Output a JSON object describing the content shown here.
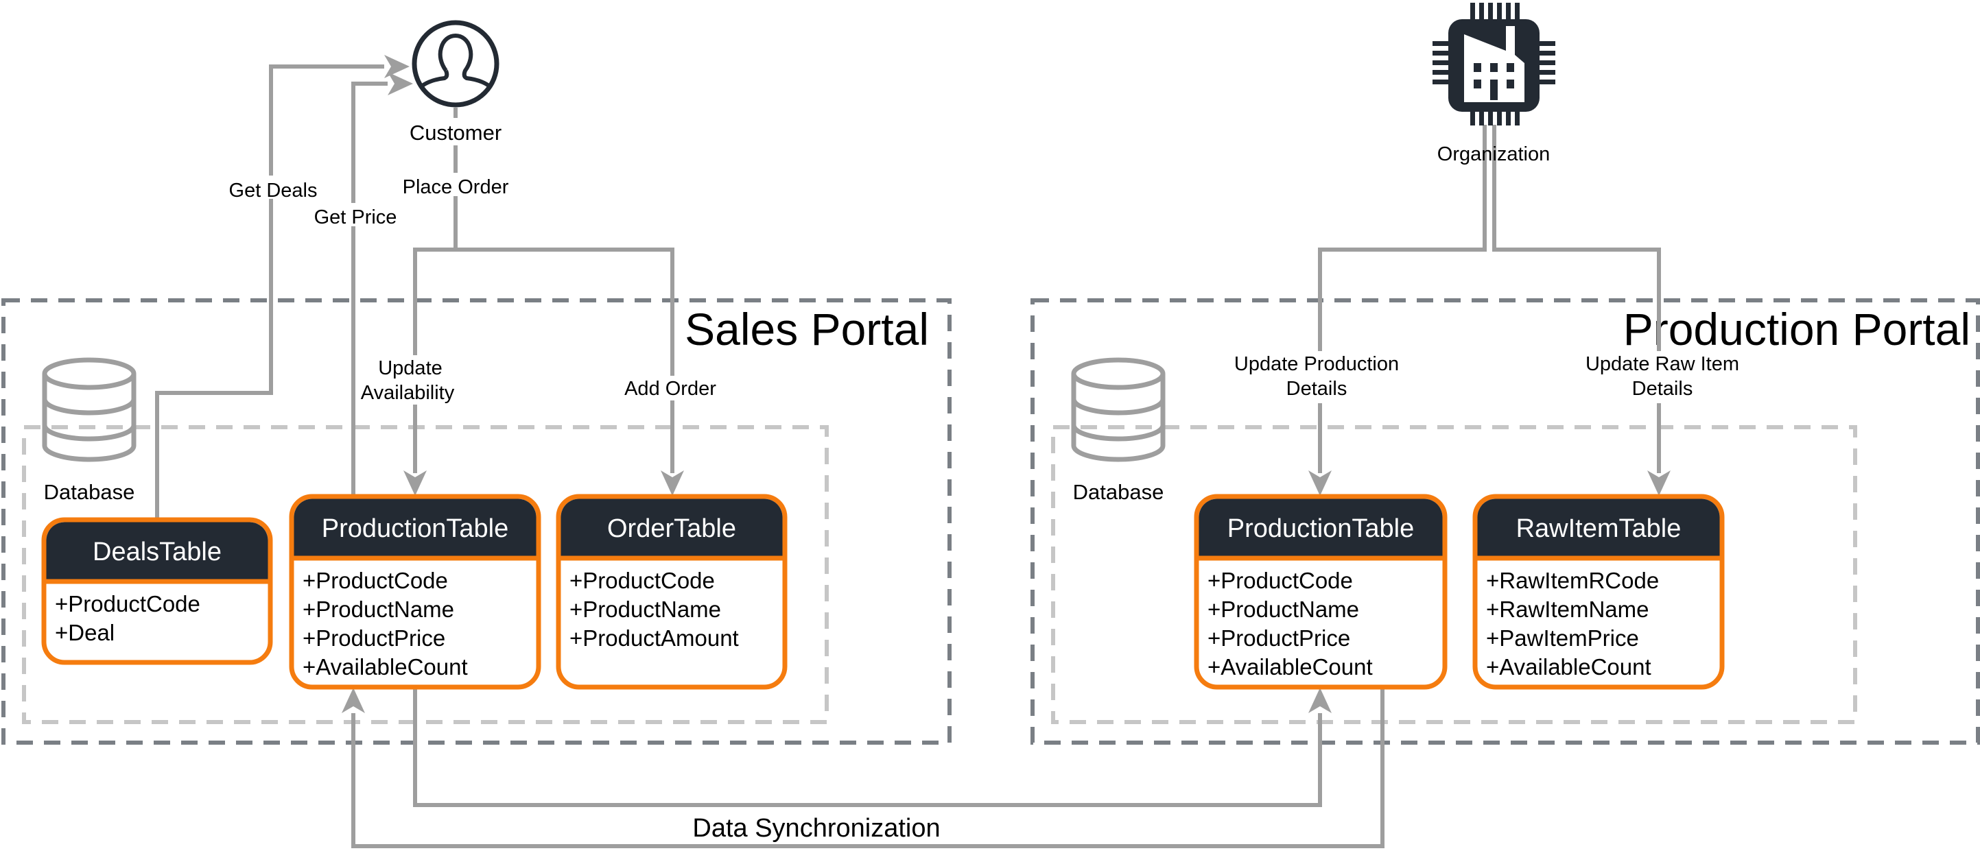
{
  "actors": {
    "customer": {
      "label": "Customer",
      "icon": "user-icon"
    },
    "organization": {
      "label": "Organization",
      "icon": "factory-chip-icon"
    }
  },
  "portals": {
    "sales": {
      "title": "Sales Portal",
      "database_label": "Database",
      "tables": [
        {
          "name": "DealsTable",
          "fields": [
            "+ProductCode",
            "+Deal"
          ]
        },
        {
          "name": "ProductionTable",
          "fields": [
            "+ProductCode",
            "+ProductName",
            "+ProductPrice",
            "+AvailableCount"
          ]
        },
        {
          "name": "OrderTable",
          "fields": [
            "+ProductCode",
            "+ProductName",
            "+ProductAmount"
          ]
        }
      ]
    },
    "production": {
      "title": "Production Portal",
      "database_label": "Database",
      "tables": [
        {
          "name": "ProductionTable",
          "fields": [
            "+ProductCode",
            "+ProductName",
            "+ProductPrice",
            "+AvailableCount"
          ]
        },
        {
          "name": "RawItemTable",
          "fields": [
            "+RawItemRCode",
            "+RawItemName",
            "+PawItemPrice",
            "+AvailableCount"
          ]
        }
      ]
    }
  },
  "edges": {
    "get_deals": "Get Deals",
    "get_price": "Get Price",
    "place_order": "Place Order",
    "update_availability_1": "Update",
    "update_availability_2": "Availability",
    "add_order": "Add Order",
    "update_production_1": "Update Production",
    "update_production_2": "Details",
    "update_raw_1": "Update Raw Item",
    "update_raw_2": "Details",
    "data_sync": "Data Synchronization"
  },
  "colors": {
    "table_border": "#f57c0f",
    "table_header": "#232a33",
    "connector": "#9e9e9e",
    "outer_boundary": "#7a7f85",
    "inner_boundary": "#c6c6c6"
  }
}
